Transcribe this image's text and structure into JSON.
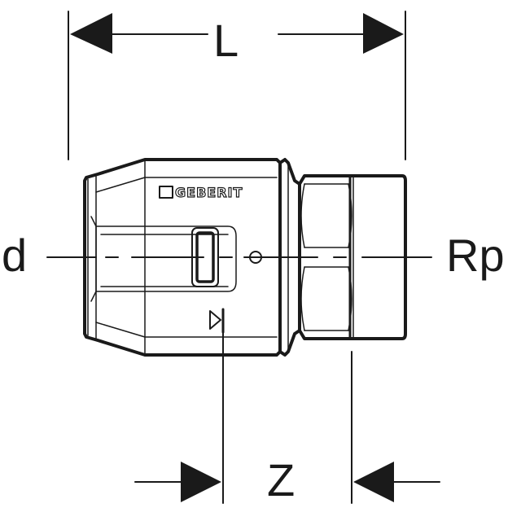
{
  "diagram": {
    "type": "technical-drawing",
    "subject": "press fitting adapter with female thread",
    "brand_text": "GEBERIT",
    "dimensions": {
      "overall_length_label": "L",
      "insertion_depth_label": "Z",
      "pipe_diameter_label": "d",
      "thread_label": "Rp"
    },
    "symbols": [
      "insertion-depth-marker",
      "centerline",
      "inspection-window"
    ],
    "colors": {
      "line": "#1a1a1a",
      "background": "#ffffff"
    }
  }
}
